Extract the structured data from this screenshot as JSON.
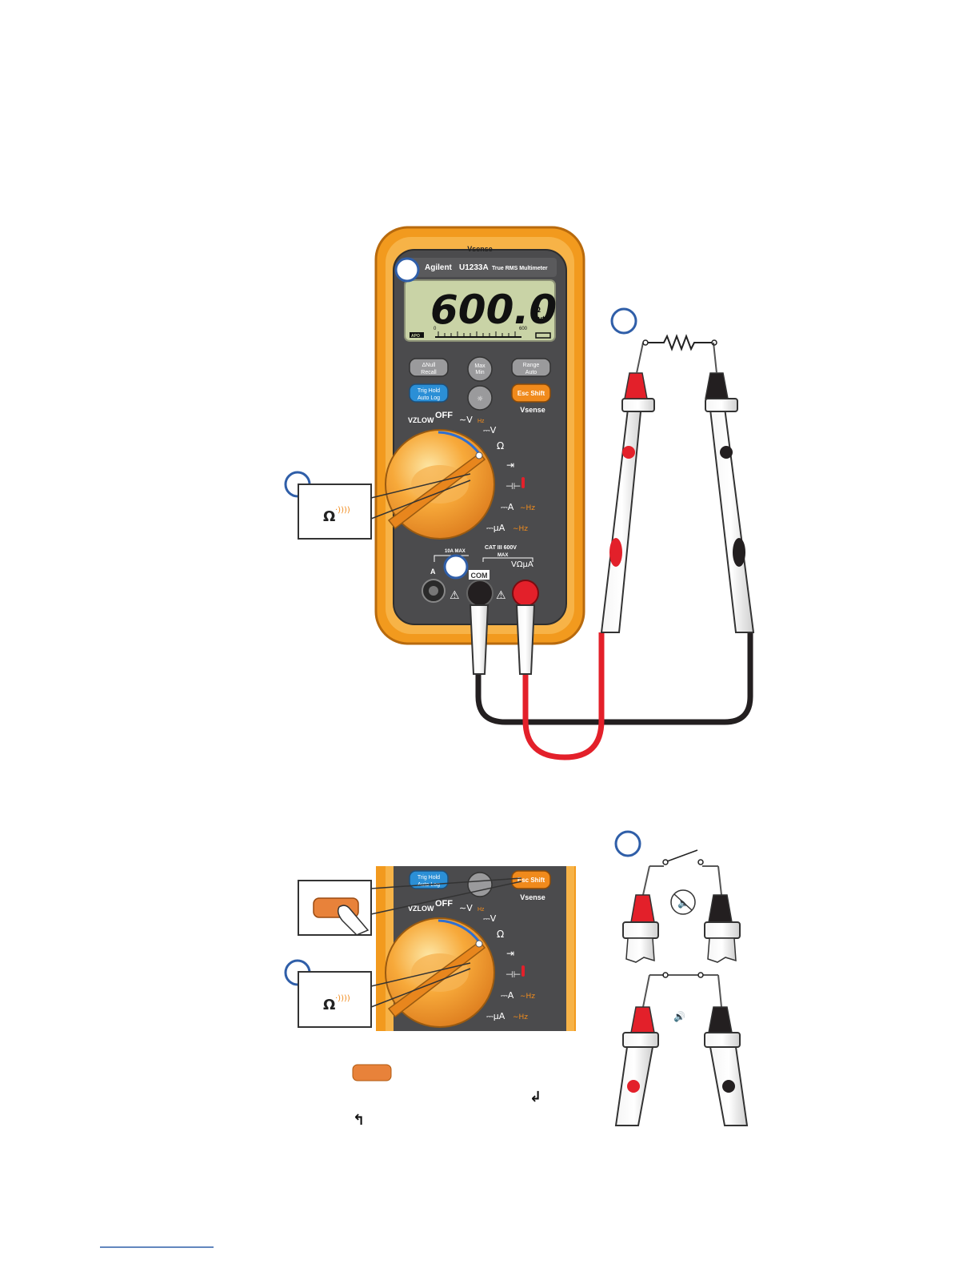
{
  "meter": {
    "brand": "Agilent",
    "model": "U1233A",
    "description": "True RMS Multimeter",
    "vsense_top": "Vsense",
    "display": {
      "reading": "600.0",
      "unit": "Ω",
      "range_mode": "Auto",
      "apo": "APO",
      "bar_min": "0",
      "bar_max": "600"
    },
    "keys": {
      "null_recall_top": "ΔNull",
      "null_recall_bottom": "Recall",
      "max_min_top": "Max",
      "max_min_bottom": "Min",
      "range_auto_top": "Range",
      "range_auto_bottom": "Auto",
      "trig_hold_top": "Trig Hold",
      "trig_hold_bottom": "Auto Log",
      "esc_shift": "Esc Shift",
      "vsense": "Vsense"
    },
    "dial": {
      "off": "OFF",
      "vz_low": "VZLOW",
      "ac_v": "∼V",
      "hz": "Hz",
      "dc_v": "⎓V",
      "ohm": "Ω",
      "diode": "⇥",
      "cap": "⊣⊢",
      "dc_a": "⎓A",
      "ac_a_hz": "∼Hz",
      "dc_ua": "⎓μA",
      "ac_ua_hz": "∼Hz"
    },
    "terminals": {
      "a_max": "10A MAX",
      "cat": "CAT III 600V",
      "max": "MAX",
      "a_label": "A",
      "com": "COM",
      "v_ohm_ua": "VΩμA"
    }
  },
  "callouts": {
    "continuity_symbol": "Ω",
    "continuity_waves": "·))))"
  },
  "short_symbols": {
    "down_edge": "↲",
    "up_edge": "↰"
  },
  "colors": {
    "meter_orange": "#f29a1e",
    "meter_body": "#4b4b4d",
    "lcd": "#c9d3a6",
    "probe_red": "#e3202a",
    "probe_black": "#231f20",
    "callout_ring": "#2f5ea8"
  }
}
